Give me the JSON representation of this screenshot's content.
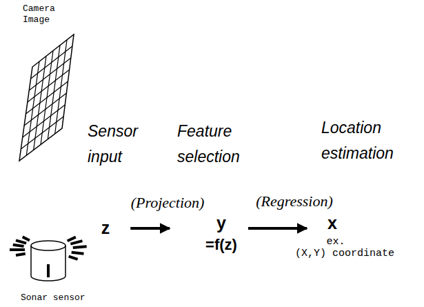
{
  "diagram": {
    "nodes": [
      {
        "text": [
          "z"
        ]
      },
      {
        "text": [
          "y"
        ]
      },
      {
        "text": [
          "x"
        ]
      }
    ],
    "edges": [
      {
        "from": 0,
        "to": 1,
        "arrow": "to",
        "label": "(Projection)"
      },
      {
        "from": 1,
        "to": 2,
        "arrow": "to",
        "label": "(Regression)"
      }
    ],
    "labels": [
      "Camera Image",
      "Sonar sensor",
      "Sensor input",
      "Feature selection",
      "Location estimation",
      "=f(z)",
      "ex.",
      "(X,Y) coordinate"
    ]
  }
}
